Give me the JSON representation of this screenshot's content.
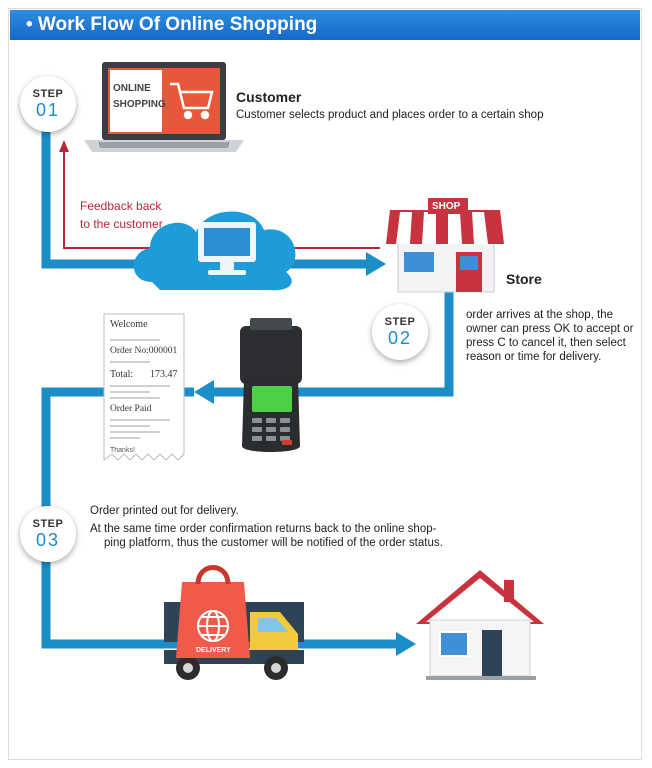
{
  "header": {
    "title": "• Work Flow Of  Online Shopping"
  },
  "step_label": "STEP",
  "steps": [
    {
      "number": "01"
    },
    {
      "number": "02"
    },
    {
      "number": "03"
    }
  ],
  "customer": {
    "title": "Customer",
    "description": "Customer selects product and places order to a certain shop",
    "laptop_screen": [
      "ONLINE",
      "SHOPPING"
    ]
  },
  "feedback": {
    "line1": "Feedback back",
    "line2": "to the customer"
  },
  "store": {
    "title": "Store",
    "sign": "SHOP",
    "description_lines": [
      "order arrives at the shop, the",
      "owner can press OK to accept or",
      "press C to cancel it, then select",
      "reason or time for delivery."
    ]
  },
  "receipt": {
    "header": "Welcome",
    "order_no": "Order No:000001",
    "total_label": "Total:",
    "total_value": "173.47",
    "paid": "Order Paid",
    "thanks": "Thanks!"
  },
  "delivery": {
    "line1": "Order printed out for delivery.",
    "line2": "At the same time order confirmation returns back to the online shop-",
    "line3": "ping platform, thus the customer will be notified of the order status.",
    "bag_label": "DELIVERY"
  },
  "colors": {
    "header": "#1a73d2",
    "flow_line": "#1b8ec7",
    "feedback_line": "#b5283a",
    "laptop_screen": "#e8563a",
    "truck_body": "#f3c93e",
    "bag": "#ef5a4a",
    "roof": "#c8333f",
    "terminal_screen": "#4cd247"
  }
}
